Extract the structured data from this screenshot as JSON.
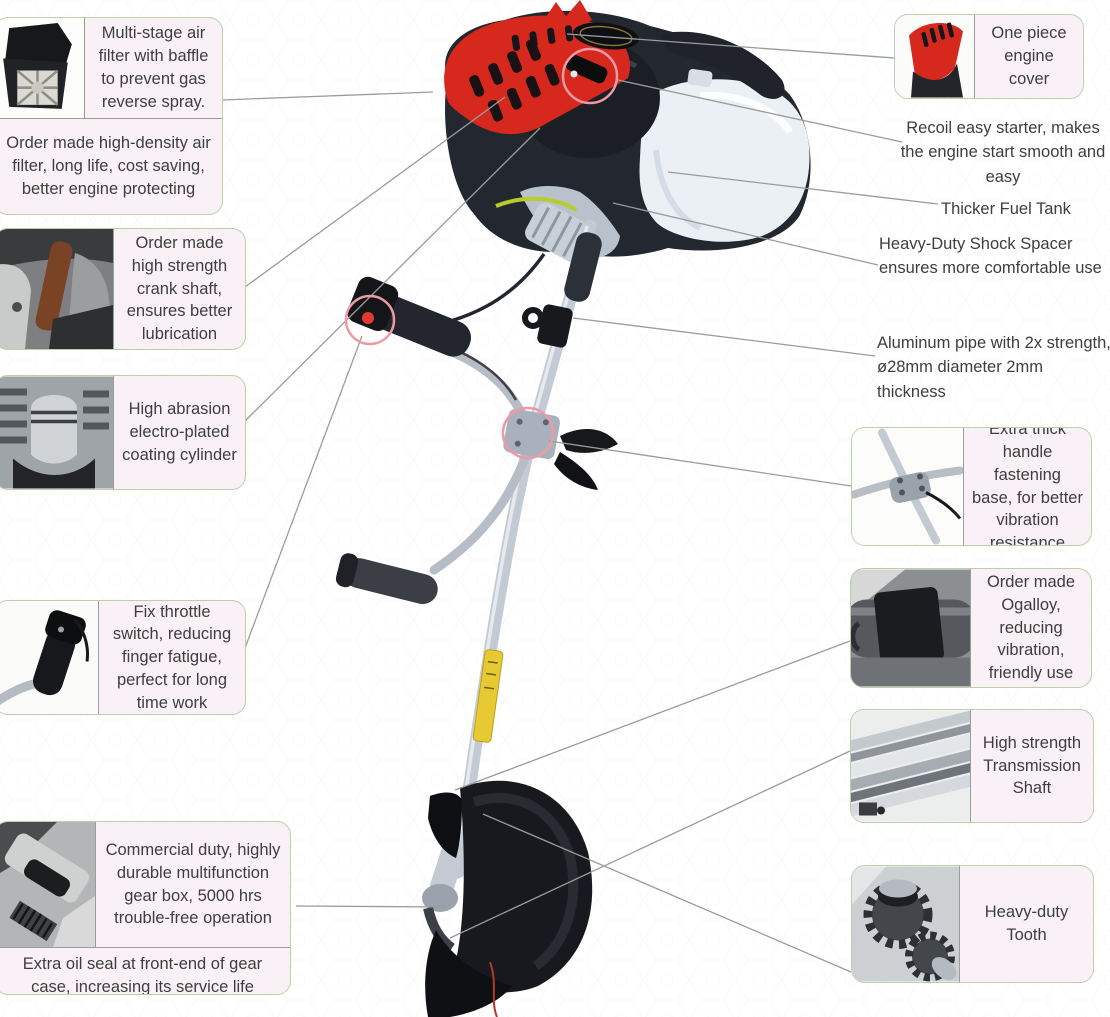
{
  "diagram": {
    "subject": "brush-cutter feature diagram"
  },
  "boxes": {
    "air_filter": {
      "text": "Multi-stage air filter with baffle to prevent gas reverse spray.",
      "note": "Order made high-density air filter, long life, cost saving, better engine protecting"
    },
    "crank_shaft": {
      "text": "Order made high strength crank shaft, ensures better lubrication"
    },
    "cylinder": {
      "text": "High abrasion electro-plated coating cylinder"
    },
    "throttle": {
      "text": "Fix throttle switch, reducing finger fatigue, perfect for long time work"
    },
    "gear_box": {
      "text": "Commercial duty, highly durable multifunction gear box, 5000 hrs trouble-free operation",
      "note": "Extra oil seal at front-end of gear case, increasing its service life"
    },
    "engine_cover": {
      "text": "One piece engine cover"
    },
    "handle_base": {
      "text": "Extra thick handle fastening base, for better vibration resistance"
    },
    "ogalloy": {
      "text": "Order made Ogalloy, reducing vibration, friendly use"
    },
    "transmission": {
      "text": "High strength Transmission Shaft"
    },
    "tooth": {
      "text": "Heavy-duty Tooth"
    }
  },
  "labels": {
    "recoil": "Recoil easy starter, makes the engine start smooth and easy",
    "fuel_tank": "Thicker Fuel Tank",
    "shock_spacer": "Heavy-Duty Shock Spacer ensures more comfortable use",
    "aluminum_pipe": "Aluminum pipe with 2x strength, ø28mm diameter 2mm thickness"
  },
  "colors": {
    "box_background": "#f9f1f5",
    "box_border": "#b9d0a9",
    "divider": "#9c9c9c",
    "callout_line": "#9b9b9b",
    "highlight_circle": "#ec9aa4",
    "engine_red": "#d7281e",
    "text": "#3e3e3e"
  }
}
